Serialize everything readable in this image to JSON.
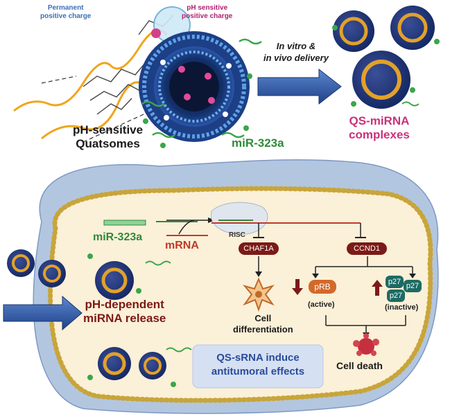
{
  "colors": {
    "navy": "#1f3b6e",
    "pink": "#c8327a",
    "green": "#2f8a3a",
    "red": "#c0392b",
    "maroon": "#7b1a16",
    "teal": "#1d6b63",
    "cell_fill": "#fbf0d8",
    "tissue": "#a9bfdc",
    "arrow_blue": "#2f5fa5",
    "gold": "#e2a12a"
  },
  "top": {
    "permanent_charge": [
      "Permanent",
      "positive charge"
    ],
    "ph_charge": [
      "pH sensitive",
      "positive charge"
    ],
    "quatsomes": [
      "pH-sensitive",
      "Quatsomes"
    ],
    "mir_label": "miR-323a",
    "delivery_line1": "In vitro &",
    "delivery_line2": "in vivo delivery",
    "complexes": [
      "QS-miRNA",
      "complexes"
    ]
  },
  "cell": {
    "mir_label": "miR-323a",
    "mrna_label": "mRNA",
    "risc": "RISC",
    "chaf1a": "CHAF1A",
    "ccnd1": "CCND1",
    "differentiation": [
      "Cell",
      "differentiation"
    ],
    "prb": "pRB",
    "p27": "p27",
    "active": "(active)",
    "inactive": "(inactive)",
    "cell_death": "Cell death",
    "release": [
      "pH-dependent",
      "miRNA release"
    ],
    "effects": [
      "QS-sRNA induce",
      "antitumoral effects"
    ]
  },
  "icons": {
    "nanoparticle": "quatsome-nanoparticle-icon",
    "arrow": "delivery-arrow-icon",
    "star": "differentiation-cell-icon",
    "burst": "cell-death-icon"
  }
}
